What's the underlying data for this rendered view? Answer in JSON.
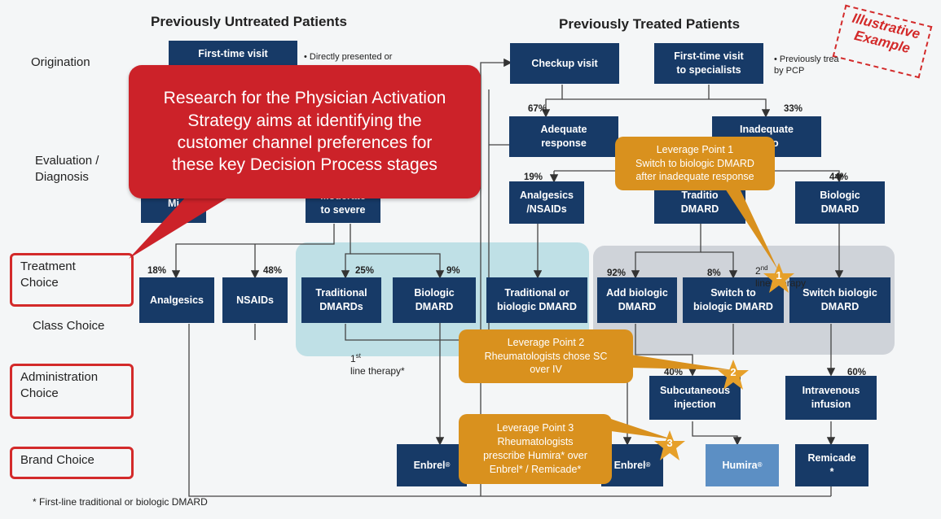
{
  "headers": {
    "untreated": "Previously Untreated Patients",
    "treated": "Previously Treated Patients"
  },
  "row_labels": {
    "origination": "Origination",
    "evaluation": "Evaluation /\nDiagnosis",
    "treatment": "Treatment\nChoice",
    "class": "Class Choice",
    "administration": "Administration\nChoice",
    "brand": "Brand Choice"
  },
  "stamp": "Illustrative\nExample",
  "callout": "Research for the  Physician Activation\nStrategy aims at identifying the\ncustomer channel preferences for\nthese key Decision Process stages",
  "boxes": {
    "first_time_visit": "First-time visit",
    "mild": "Mi",
    "moderate_severe": "Moderate\nto severe",
    "analgesics": "Analgesics",
    "nsaids": "NSAIDs",
    "traditional_dmards": "Traditional\nDMARDs",
    "biologic_dmard_1": "Biologic\nDMARD",
    "enbrel_1": "Enbrel",
    "checkup_visit": "Checkup visit",
    "first_time_specialists": "First-time visit\nto specialists",
    "adequate_response": "Adequate\nresponse",
    "inadequate_response": "Inadequate\nse to",
    "analgesics_nsaids": "Analgesics\n/NSAIDs",
    "traditional_dmard": "Traditio\nDMARD",
    "biologic_dmard_2": "Biologic\nDMARD",
    "traditional_or_biologic": "Traditional or\nbiologic DMARD",
    "add_biologic": "Add biologic\nDMARD",
    "switch_to_biologic": "Switch to\nbiologic DMARD",
    "switch_biologic": "Switch biologic\nDMARD",
    "subcutaneous": "Subcutaneous\ninjection",
    "intravenous": "Intravenous\ninfusion",
    "enbrel_2": "Enbrel",
    "humira": "Humira",
    "remicade": "Remicade\n*"
  },
  "percentages": {
    "p18": "18%",
    "p48": "48%",
    "p25": "25%",
    "p9": "9%",
    "p67": "67%",
    "p33": "33%",
    "p19": "19%",
    "p44": "44%",
    "p92": "92%",
    "p8": "8%",
    "p40": "40%",
    "p60": "60%"
  },
  "notes": {
    "directly_presented": "•  Directly presented or",
    "previously_treated": "•  Previously trea\nby PCP",
    "first_line": "line therapy*",
    "first_line_sup": "st",
    "first_line_num": "1",
    "second_line": "line therapy",
    "second_line_sup": "nd",
    "second_line_num": "2",
    "footnote": "* First-line traditional or biologic DMARD"
  },
  "leverage": {
    "lp1": "Leverage Point 1\nSwitch to biologic DMARD\nafter inadequate response",
    "lp2": "Leverage Point 2\nRheumatologists chose SC\nover IV",
    "lp3": "Leverage Point 3\nRheumatologists\nprescribe Humira* over\nEnbrel* / Remicade*"
  },
  "stars": {
    "s1": "1",
    "s2": "2",
    "s3": "3"
  },
  "colors": {
    "box": "#173a67",
    "box_light": "#5c8fc4",
    "callout": "#cc2229",
    "leverage": "#d9911e",
    "first_line_region": "#bfe0e6",
    "second_line_region": "#cfd3d9",
    "frame": "#d32a2a"
  }
}
